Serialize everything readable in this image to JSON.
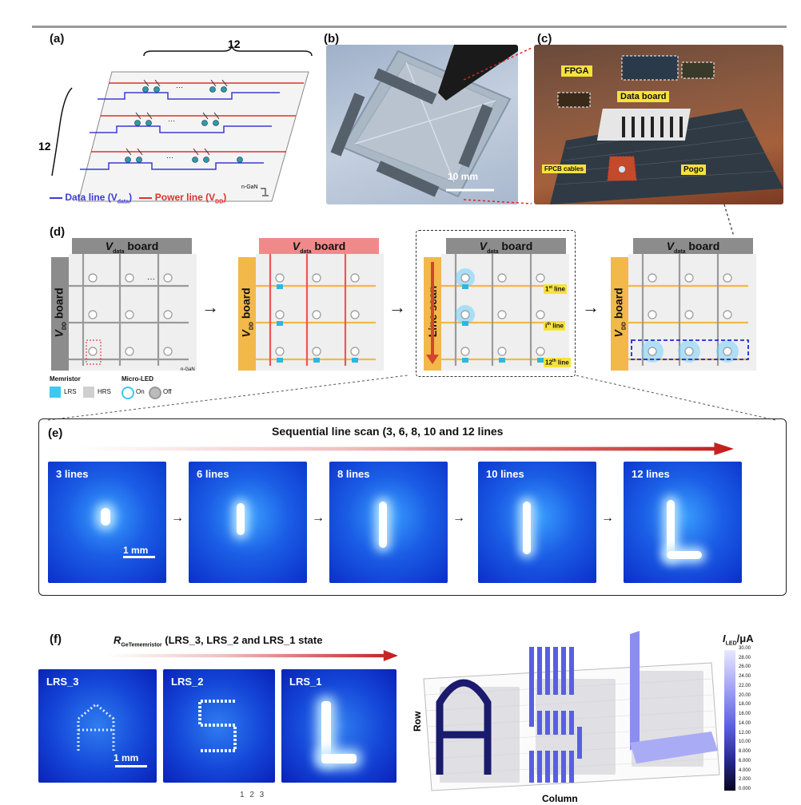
{
  "panels": {
    "a": {
      "label": "(a)",
      "cols_count": "12",
      "rows_count": "12",
      "legend_data": "Data line (V",
      "legend_data_sub": "data",
      "legend_power": "Power line (V",
      "legend_power_sub": "DD",
      "ground_label": "n-GaN",
      "data_line_color": "#3b3bd6",
      "power_line_color": "#e0302c"
    },
    "b": {
      "label": "(b)",
      "scale_bar": "10 mm"
    },
    "c": {
      "label": "(c)",
      "tag_fpga": "FPGA",
      "tag_data_board": "Data board",
      "tag_fpcb": "FPCB cables",
      "tag_pogo": "Pogo"
    },
    "d": {
      "label": "(d)",
      "board_vdata": "V",
      "board_vdata_sub": "data",
      "board_word": "board",
      "board_vdd": "V",
      "board_vdd_sub": "DD",
      "line_scan": "Line scan",
      "line_1": "1",
      "line_1_sup": "st",
      "line_n": "i",
      "line_n_sup": "th",
      "line_12": "12",
      "line_12_sup": "th",
      "line_word": "line",
      "ground_label": "n-GaN",
      "legend_memristor": "Memristor",
      "legend_lrs": "LRS",
      "legend_hrs": "HRS",
      "legend_microled": "Micro-LED",
      "legend_on": "On",
      "legend_off": "Off"
    },
    "e": {
      "label": "(e)",
      "title": "Sequential line scan (3, 6, 8, 10 and 12 lines",
      "images": [
        {
          "label": "3 lines"
        },
        {
          "label": "6 lines"
        },
        {
          "label": "8 lines"
        },
        {
          "label": "10 lines"
        },
        {
          "label": "12 lines"
        }
      ],
      "scale_bar": "1 mm"
    },
    "f": {
      "label": "(f)",
      "title_r": "R",
      "title_sub": "GeTememristor",
      "title_rest": " (LRS_3, LRS_2 and LRS_1 state",
      "images": [
        {
          "label": "LRS_3"
        },
        {
          "label": "LRS_2"
        },
        {
          "label": "LRS_1"
        }
      ],
      "scale_bar": "1 mm",
      "plot_ylabel": "Row",
      "plot_xlabel": "Column",
      "colorbar_title": "I",
      "colorbar_sub": "LED",
      "colorbar_unit": "/μA",
      "colorbar_ticks": [
        "30.00",
        "28.00",
        "26.00",
        "24.00",
        "22.00",
        "20.00",
        "18.00",
        "16.00",
        "14.00",
        "12.00",
        "10.00",
        "8.000",
        "6.000",
        "4.000",
        "2.000",
        "0.000"
      ],
      "bottom_mark": "1 2 3"
    }
  }
}
